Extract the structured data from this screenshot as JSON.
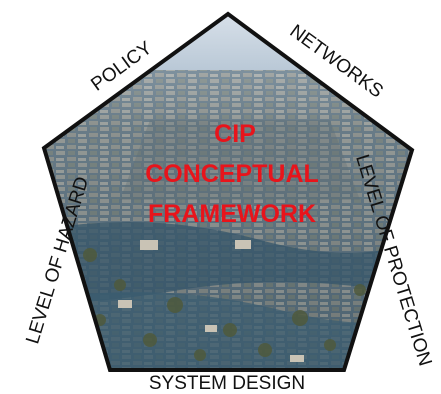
{
  "diagram": {
    "title_lines": [
      "CIP",
      "CONCEPTUAL",
      "FRAMEWORK"
    ],
    "title_color": "#e8141b",
    "border_color": "#111111",
    "sides": {
      "top_left": "POLICY",
      "top_right": "NETWORKS",
      "right": "LEVEL OF PROTECTION",
      "bottom": "SYSTEM DESIGN",
      "left": "LEVEL OF HAZARD"
    },
    "background_image": {
      "subject": "aerial photo of a flooded city neighborhood",
      "colors": {
        "sky": "#cfd9e4",
        "haze": "#8aa3b8",
        "water": "#3a5a6e",
        "land": "#6b6a5c",
        "roofs": "#b8b2a6"
      }
    }
  }
}
